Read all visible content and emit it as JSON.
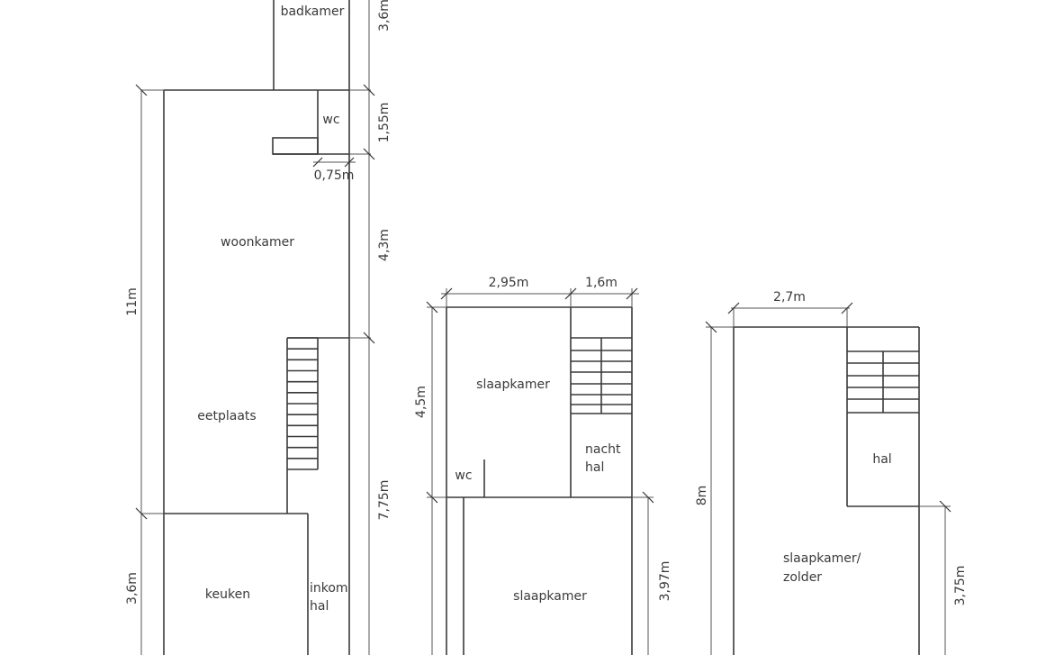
{
  "ground_floor": {
    "rooms": {
      "badkamer": "badkamer",
      "wc": "wc",
      "woonkamer": "woonkamer",
      "eetplaats": "eetplaats",
      "keuken": "keuken",
      "inkom_line1": "inkom",
      "inkom_line2": "hal"
    },
    "dimensions": {
      "bathroom_depth": "3,6m",
      "wc_depth": "1,55m",
      "wc_width": "0,75m",
      "living_depth": "4,3m",
      "total_depth": "11m",
      "hall_depth": "7,75m",
      "kitchen_depth": "3,6m"
    }
  },
  "first_floor": {
    "rooms": {
      "slaapkamer_front": "slaapkamer",
      "nachthal_line1": "nacht",
      "nachthal_line2": "hal",
      "wc": "wc",
      "slaapkamer_back": "slaapkamer"
    },
    "dimensions": {
      "bedroom_width": "2,95m",
      "hall_width": "1,6m",
      "front_depth": "4,5m",
      "back_depth": "3,97m"
    }
  },
  "attic_floor": {
    "rooms": {
      "hal": "hal",
      "zolder_line1": "slaapkamer/",
      "zolder_line2": "zolder"
    },
    "dimensions": {
      "width": "2,7m",
      "total_depth": "8m",
      "back_depth": "3,75m"
    }
  }
}
